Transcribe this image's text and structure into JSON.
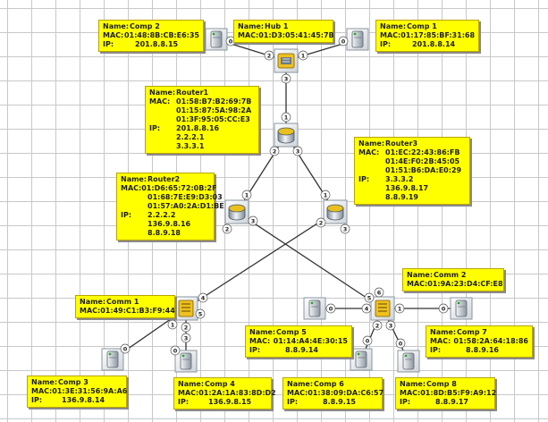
{
  "labels": {
    "name_key": "Name:",
    "mac_key": "MAC:",
    "ip_key": "IP:"
  },
  "devices": {
    "comp2": {
      "name": "Comp 2",
      "mac": "01:48:8B:CB:E6:35",
      "ip": "201.8.8.15"
    },
    "hub1": {
      "name": "Hub 1",
      "mac": "01:D3:05:41:45:7B"
    },
    "comp1": {
      "name": "Comp 1",
      "mac": "01:17:85:BF:31:68",
      "ip": "201.8.8.14"
    },
    "router1": {
      "name": "Router1",
      "macs": [
        "01:58:B7:B2:69:7B",
        "01:15:87:5A:98:2A",
        "01:3F:95:05:CC:E3"
      ],
      "ips": [
        "201.8.8.16",
        "2.2.2.1",
        "3.3.3.1"
      ]
    },
    "router3": {
      "name": "Router3",
      "macs": [
        "01:EC:22:43:86:FB",
        "01:4E:F0:2B:45:05",
        "01:51:B6:DA:E0:29"
      ],
      "ips": [
        "3.3.3.2",
        "136.9.8.17",
        "8.8.9.19"
      ]
    },
    "router2": {
      "name": "Router2",
      "macs": [
        "01:D6:65:72:0B:2F",
        "01:68:7E:E9:D3:03",
        "01:57:A0:2A:D1:BE"
      ],
      "ips": [
        "2.2.2.2",
        "136.9.8.16",
        "8.8.9.18"
      ]
    },
    "comm2": {
      "name": "Comm 2",
      "mac": "01:9A:23:D4:CF:E8"
    },
    "comm1": {
      "name": "Comm 1",
      "mac": "01:49:C1:B3:F9:44"
    },
    "comp5": {
      "name": "Comp 5",
      "mac": "01:14:A4:4E:30:15",
      "ip": "8.8.9.14"
    },
    "comp7": {
      "name": "Comp 7",
      "mac": "01:58:2A:64:18:86",
      "ip": "8.8.9.16"
    },
    "comp3": {
      "name": "Comp 3",
      "mac": "01:3E:31:56:9A:A6",
      "ip": "136.9.8.14"
    },
    "comp4": {
      "name": "Comp 4",
      "mac": "01:2A:1A:83:8D:D2",
      "ip": "136.9.8.15"
    },
    "comp6": {
      "name": "Comp 6",
      "mac": "01:38:09:DA:C6:57",
      "ip": "8.8.9.15"
    },
    "comp8": {
      "name": "Comp 8",
      "mac": "01:8D:B5:F9:A9:12",
      "ip": "8.8.9.17"
    }
  },
  "ports": {
    "comp2": "0",
    "comp1": "0",
    "hub1_a": "2",
    "hub1_b": "1",
    "hub1_c": "3",
    "router1_a": "1",
    "router1_b": "2",
    "router1_c": "3",
    "router2_a": "1",
    "router2_b": "2",
    "router2_c": "3",
    "router3_a": "1",
    "router3_b": "2",
    "router3_c": "3",
    "comm1_a": "4",
    "comm1_b": "5",
    "comm1_c": "1",
    "comm1_d": "2",
    "comm1_e": "3",
    "comp3": "0",
    "comp4": "0",
    "comm2_a": "6",
    "comm2_b": "5",
    "comm2_c": "4",
    "comm2_d": "1",
    "comm2_e": "2",
    "comm2_f": "3",
    "comp5": "0",
    "comp6": "0",
    "comp7": "0",
    "comp8": "0"
  },
  "colors": {
    "label_bg": "#ffff00",
    "grid": "#c8c8c8",
    "link": "#333333"
  },
  "icons": {
    "computer": "computer-icon",
    "hub": "hub-icon",
    "router": "router-icon",
    "switch": "switch-icon"
  }
}
